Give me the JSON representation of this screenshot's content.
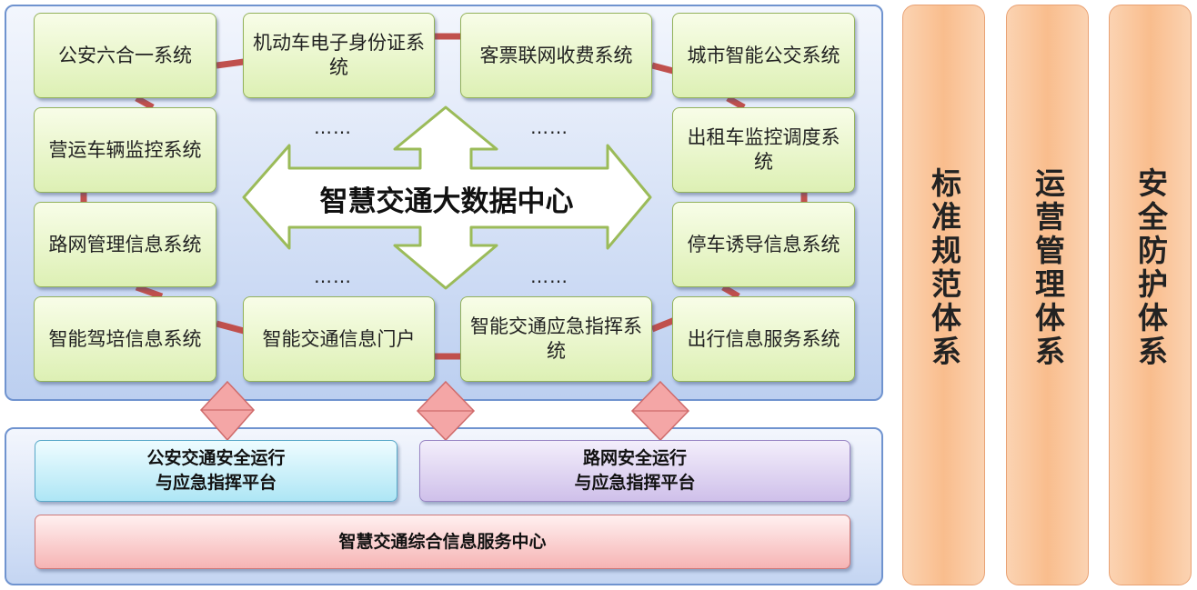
{
  "center_title": "智慧交通大数据中心",
  "systems": {
    "police_six_in_one": "公安六合一系统",
    "vehicle_eid": "机动车电子身份证系统",
    "ticket_network_toll": "客票联网收费系统",
    "city_smart_bus": "城市智能公交系统",
    "operating_vehicle_monitor": "营运车辆监控系统",
    "taxi_dispatch": "出租车监控调度系统",
    "road_network_management": "路网管理信息系统",
    "parking_guidance": "停车诱导信息系统",
    "driving_training": "智能驾培信息系统",
    "traffic_portal": "智能交通信息门户",
    "emergency_command": "智能交通应急指挥系统",
    "travel_info_service": "出行信息服务系统"
  },
  "ellipsis": "……",
  "platforms": {
    "police_safety": [
      "公安交通安全运行",
      "与应急指挥平台"
    ],
    "road_safety": [
      "路网安全运行",
      "与应急指挥平台"
    ],
    "service_center": "智慧交通综合信息服务中心"
  },
  "pillars": {
    "standard": "标准规范体系",
    "operation": "运营管理体系",
    "security": "安全防护体系"
  },
  "colors": {
    "panel_border": "#6f93cf",
    "node_fill": "#ddf0b4",
    "link": "#c0504d",
    "arrow_fill": "#ffffff",
    "arrow_border": "#9bbb59",
    "diamond_fill": "#f4a6a6",
    "pillar_fill": "#f9bd8d"
  }
}
